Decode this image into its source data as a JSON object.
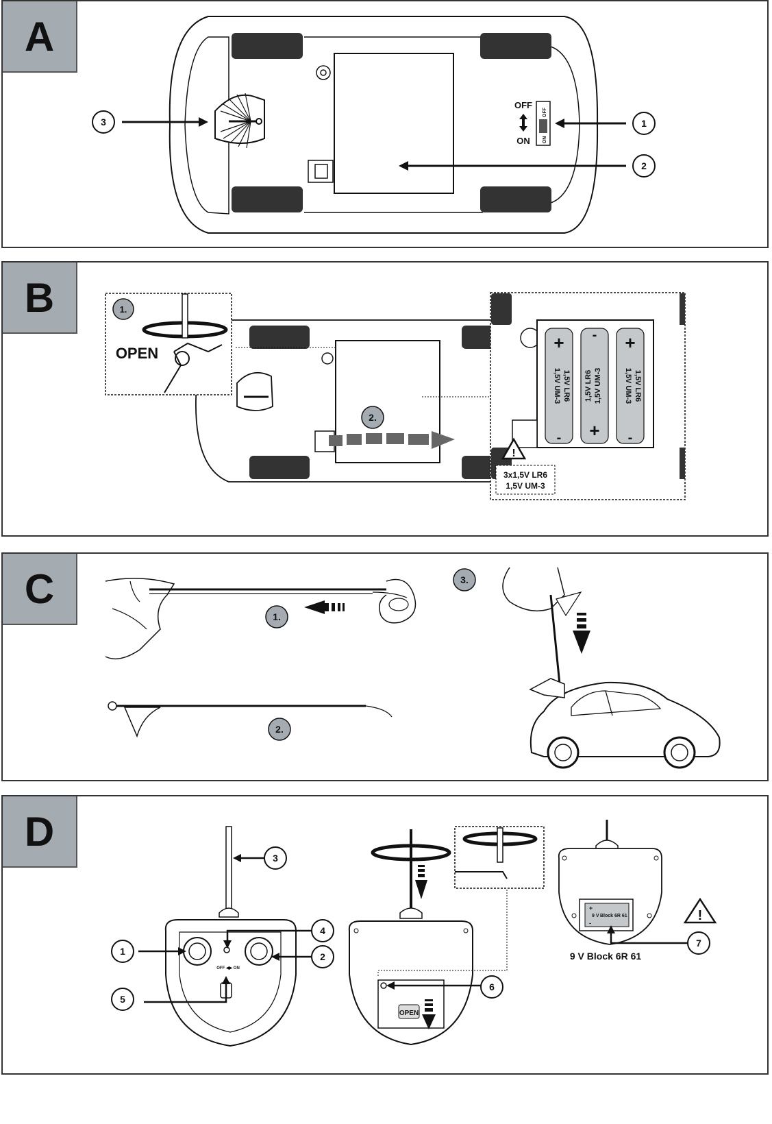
{
  "panels": [
    {
      "letter": "A"
    },
    {
      "letter": "B"
    },
    {
      "letter": "C"
    },
    {
      "letter": "D"
    }
  ],
  "panel_a": {
    "switch_off": "OFF",
    "switch_on": "ON",
    "switch_small_off": "OFF",
    "switch_small_on": "ON",
    "callouts": [
      "1",
      "2",
      "3"
    ]
  },
  "panel_b": {
    "step1": "1.",
    "step2": "2.",
    "open_label": "OPEN",
    "warning_line1": "3x1,5V LR6",
    "warning_line2": "1,5V UM-3",
    "battery_label_a": "1,5V LR6",
    "battery_label_b": "1,5V UM-3",
    "plus": "+",
    "minus": "-"
  },
  "panel_c": {
    "step1": "1.",
    "step2": "2.",
    "step3": "3."
  },
  "panel_d": {
    "callouts": [
      "1",
      "2",
      "3",
      "4",
      "5",
      "6",
      "7"
    ],
    "switch_label": "OFF ◀▶ ON",
    "open_label": "OPEN",
    "battery_small_line1": "9 V",
    "battery_small_line2": "Block 6R 61",
    "battery_caption": "9 V  Block 6R 61",
    "plus": "+",
    "minus": "-"
  }
}
